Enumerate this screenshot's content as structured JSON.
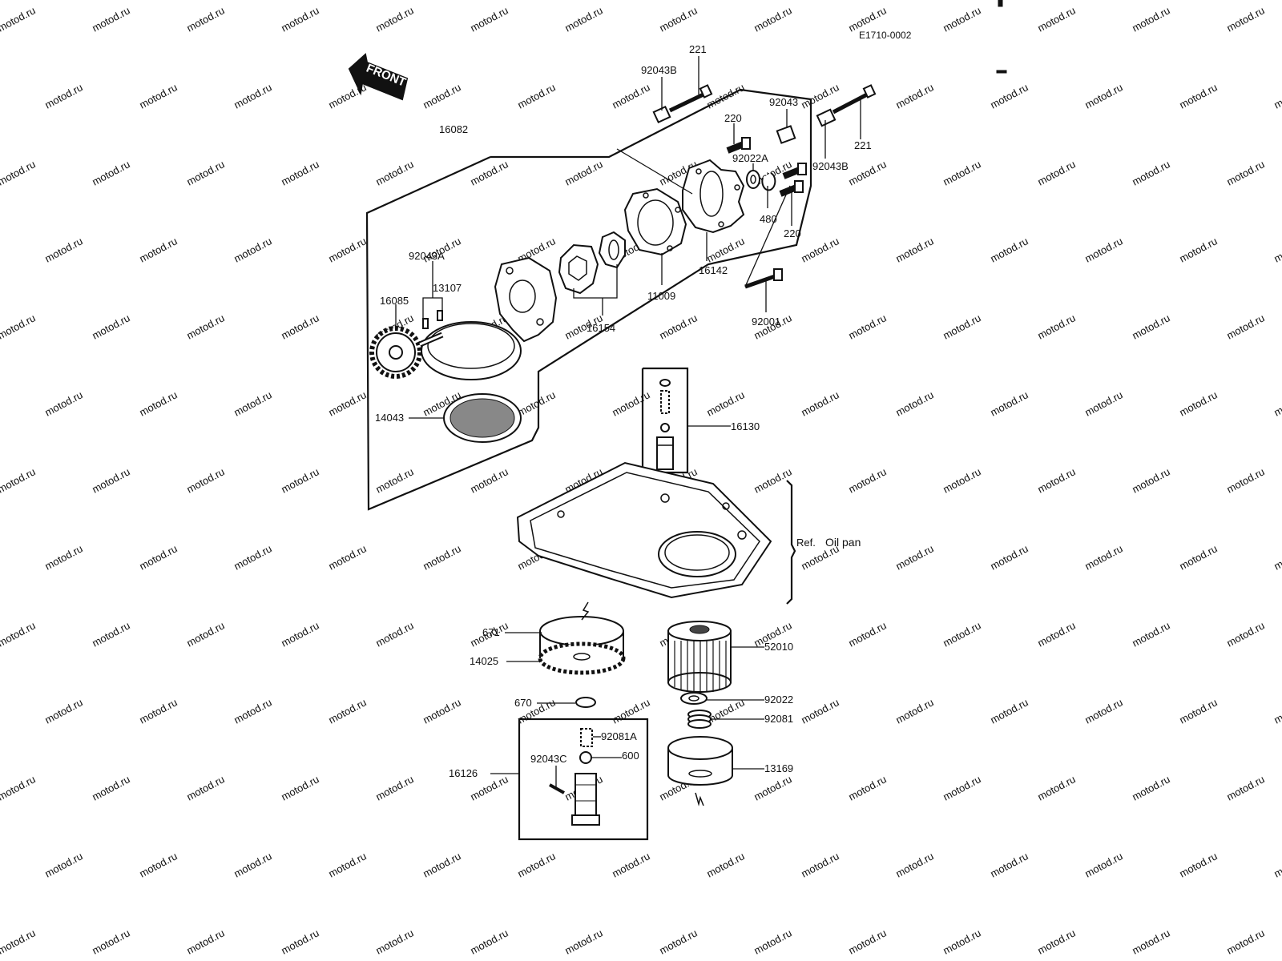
{
  "document_id": "E1710-0002",
  "front_label": "FRONT",
  "watermark_text": "motod.ru",
  "ref": {
    "prefix": "Ref.",
    "name": "Oil pan"
  },
  "part_labels": {
    "p221_top": "221",
    "p92043B_top": "92043B",
    "p92043": "92043",
    "p220_top": "220",
    "p92022A": "92022A",
    "p92043B_right": "92043B",
    "p221_right": "221",
    "p480": "480",
    "p220_bottom": "220",
    "p16082": "16082",
    "p16142": "16142",
    "p11009": "11009",
    "p16154": "16154",
    "p92001": "92001",
    "p92043A": "92043A",
    "p13107": "13107",
    "p16085": "16085",
    "p14043": "14043",
    "p16130": "16130",
    "p52010": "52010",
    "p671": "671",
    "p14025": "14025",
    "p670": "670",
    "p92022": "92022",
    "p92081": "92081",
    "p92081A": "92081A",
    "p600": "600",
    "p92043C": "92043C",
    "p16126": "16126",
    "p13169": "13169"
  }
}
